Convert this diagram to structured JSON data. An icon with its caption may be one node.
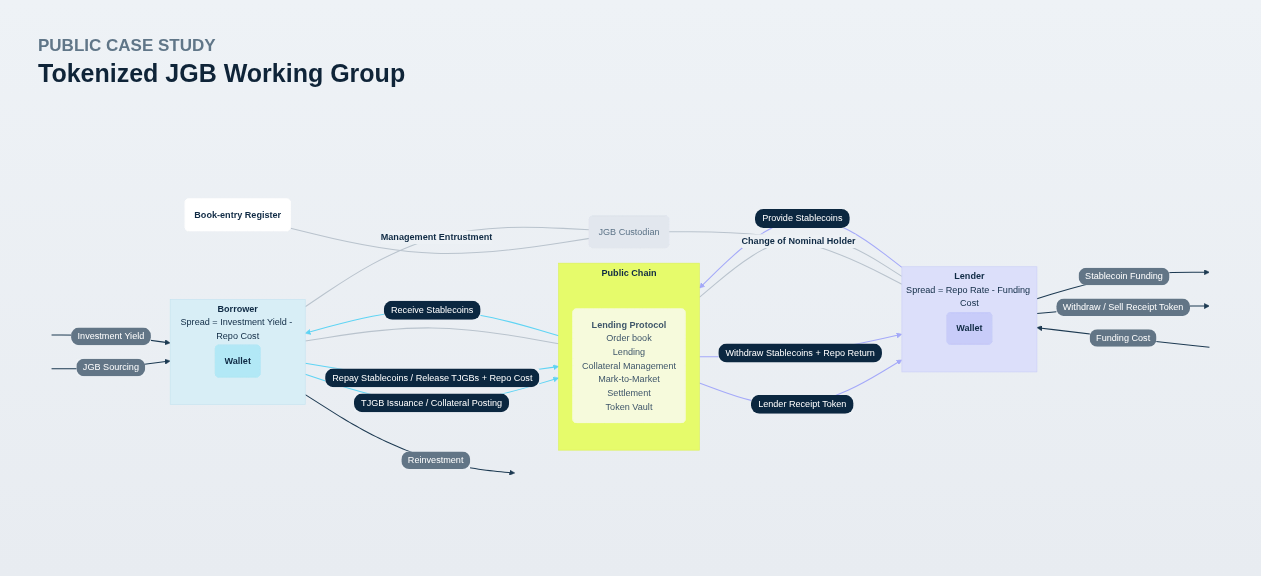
{
  "diagram": {
    "title": "Tokenized JGB Working Group",
    "labels": [
      "PUBLIC CASE STUDY"
    ],
    "nodes": [
      {
        "text": [
          "Book-entry Register"
        ]
      },
      {
        "text": [
          "JGB Custodian"
        ]
      },
      {
        "text": [
          "Borrower",
          "Spread = Investment Yield - Repo Cost"
        ]
      },
      {
        "text": [
          "Wallet"
        ],
        "in": 2
      },
      {
        "text": [
          "Public Chain"
        ]
      },
      {
        "text": [
          "Lending Protocol",
          "Order book",
          "Lending",
          "Collateral Management",
          "Mark-to-Market",
          "Settlement",
          "Token Vault"
        ],
        "in": 4
      },
      {
        "text": [
          "Lender",
          "Spread = Repo Rate - Funding Cost"
        ]
      },
      {
        "text": [
          "Wallet"
        ],
        "in": 6
      }
    ],
    "edges": [
      {
        "from": 2,
        "to": 4,
        "arrow": "to",
        "label": "TJGB Issuance / Collateral Posting",
        "color": "#5fd4f4"
      },
      {
        "from": 4,
        "to": 2,
        "arrow": "to",
        "label": "Receive Stablecoins",
        "color": "#5fd4f4"
      },
      {
        "from": 2,
        "to": 4,
        "arrow": "to",
        "label": "Repay Stablecoins / Release TJGBs + Repo Cost",
        "color": "#5fd4f4"
      },
      {
        "from": 6,
        "to": 4,
        "arrow": "to",
        "label": "Provide Stablecoins",
        "color": "#a4a9f9"
      },
      {
        "from": 4,
        "to": 6,
        "arrow": "to",
        "label": "Lender Receipt Token",
        "color": "#a4a9f9"
      },
      {
        "from": 4,
        "to": 6,
        "arrow": "to",
        "label": "Withdraw Stablecoins + Repo Return",
        "color": "#a4a9f9"
      },
      {
        "from": null,
        "to": 2,
        "arrow": "to",
        "label": "JGB Sourcing",
        "color": "#1d3a52"
      },
      {
        "from": 2,
        "to": null,
        "arrow": "to",
        "label": "Reinvestment",
        "color": "#1d3a52"
      },
      {
        "from": null,
        "to": 2,
        "arrow": "to",
        "label": "Investment Yield",
        "color": "#1d3a52"
      },
      {
        "from": 6,
        "to": null,
        "arrow": "to",
        "label": "Stablecoin Funding",
        "color": "#1d3a52"
      },
      {
        "from": null,
        "to": 6,
        "arrow": "to",
        "label": "Funding Cost",
        "color": "#1d3a52"
      },
      {
        "from": 6,
        "to": null,
        "arrow": "to",
        "label": "Withdraw / Sell Receipt Token",
        "color": "#1d3a52"
      },
      {
        "from": 0,
        "to": 1,
        "arrow": "none",
        "color": "#b9c3cd"
      },
      {
        "from": 2,
        "to": 1,
        "arrow": "none",
        "label": "Management Entrustment",
        "color": "#b9c3cd"
      },
      {
        "from": 1,
        "to": 6,
        "arrow": "none",
        "label": "Change of Nominal Holder",
        "color": "#b9c3cd"
      },
      {
        "from": 2,
        "to": 4,
        "arrow": "none",
        "color": "#b9c3cd"
      },
      {
        "from": 4,
        "to": 6,
        "arrow": "none",
        "color": "#b9c3cd"
      }
    ]
  }
}
